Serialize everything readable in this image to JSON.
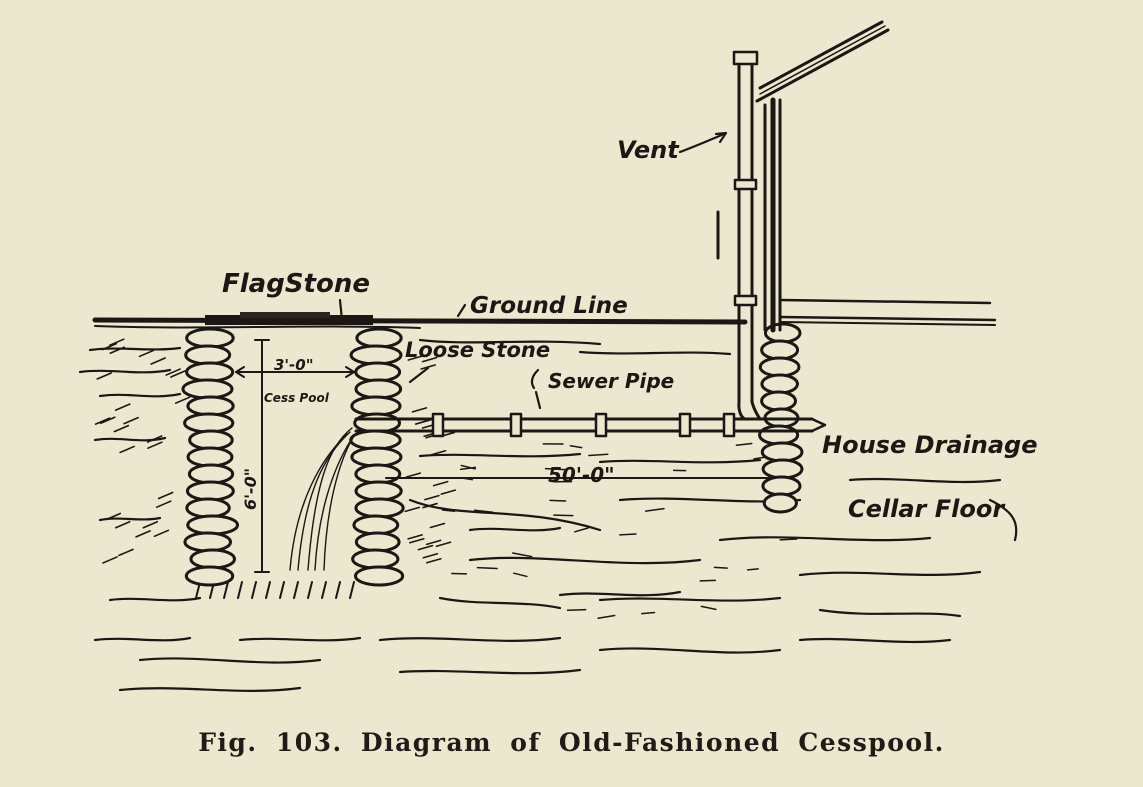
{
  "diagram": {
    "labels": {
      "vent": "Vent",
      "flagstone": "FlagStone",
      "ground_line": "Ground Line",
      "loose_stone": "Loose Stone",
      "sewer_pipe": "Sewer Pipe",
      "cesspool_width": "3'-0\"",
      "cess_pool": "Cess Pool",
      "depth": "6'-0\"",
      "house_drainage": "House Drainage",
      "pipe_length": "50'-0\"",
      "cellar_floor": "Cellar Floor"
    }
  },
  "caption": "Fig. 103. Diagram of Old-Fashioned Cesspool."
}
